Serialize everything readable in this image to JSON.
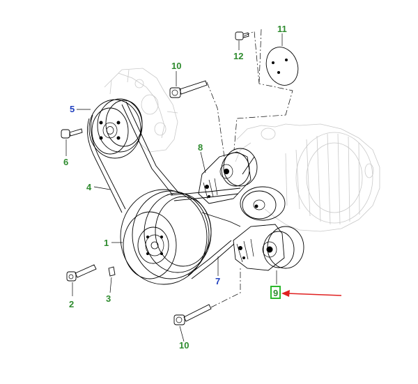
{
  "colors": {
    "green_label": "#2e8b2e",
    "blue_label": "#1f3fbf",
    "highlight": "#2db82d",
    "arrow": "#e02020"
  },
  "callouts": [
    {
      "id": "1",
      "text": "1",
      "color": "green"
    },
    {
      "id": "2",
      "text": "2",
      "color": "green"
    },
    {
      "id": "3",
      "text": "3",
      "color": "green"
    },
    {
      "id": "4",
      "text": "4",
      "color": "green"
    },
    {
      "id": "5",
      "text": "5",
      "color": "blue"
    },
    {
      "id": "6",
      "text": "6",
      "color": "green"
    },
    {
      "id": "7",
      "text": "7",
      "color": "blue"
    },
    {
      "id": "8",
      "text": "8",
      "color": "green"
    },
    {
      "id": "9",
      "text": "9",
      "color": "green"
    },
    {
      "id": "10a",
      "text": "10",
      "color": "green"
    },
    {
      "id": "10b",
      "text": "10",
      "color": "green"
    },
    {
      "id": "11",
      "text": "11",
      "color": "green"
    },
    {
      "id": "12",
      "text": "12",
      "color": "green"
    }
  ],
  "highlighted_part": "9"
}
